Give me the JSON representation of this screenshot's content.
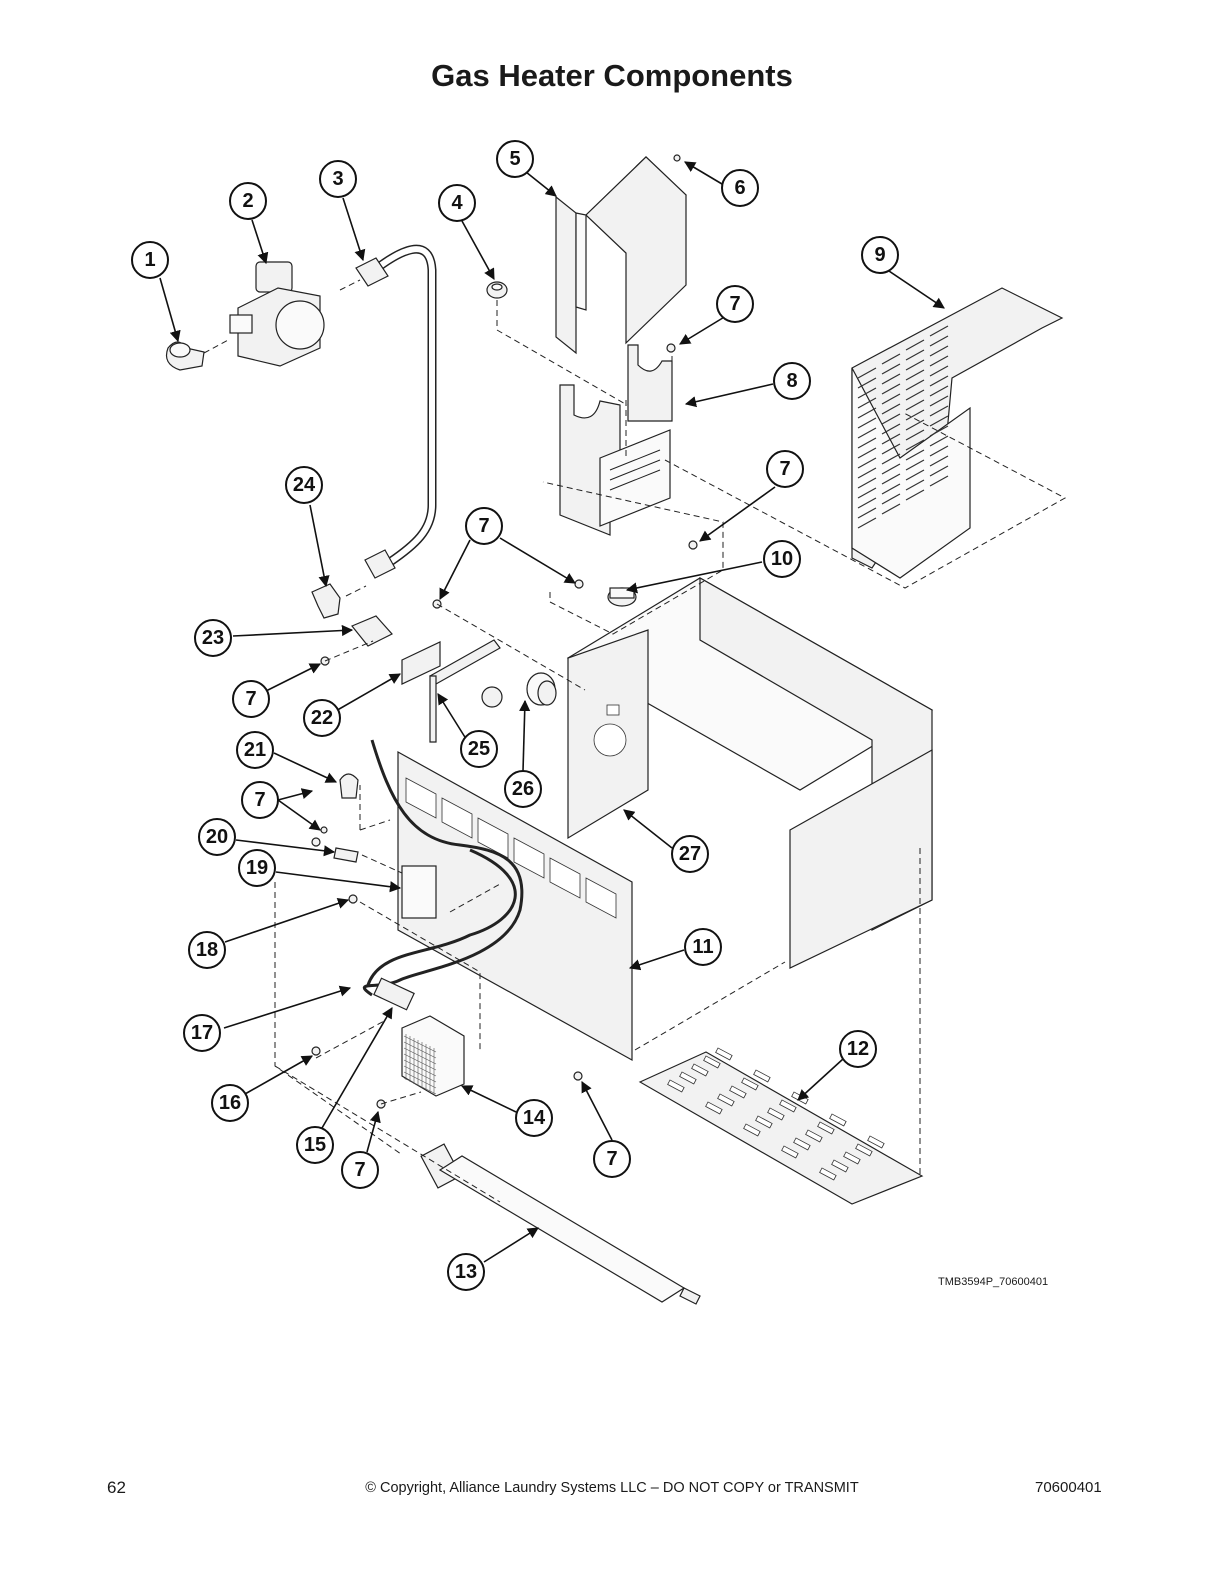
{
  "title": "Gas Heater Components",
  "callouts": [
    "1",
    "2",
    "3",
    "4",
    "5",
    "6",
    "7",
    "8",
    "9",
    "10",
    "11",
    "12",
    "13",
    "14",
    "15",
    "16",
    "17",
    "18",
    "19",
    "20",
    "21",
    "22",
    "23",
    "24",
    "25",
    "26",
    "27"
  ],
  "drawing_code": "TMB3594P_70600401",
  "footer": {
    "page_number": "62",
    "copyright": "© Copyright, Alliance Laundry Systems LLC – DO NOT COPY or TRANSMIT",
    "document_number": "70600401"
  }
}
